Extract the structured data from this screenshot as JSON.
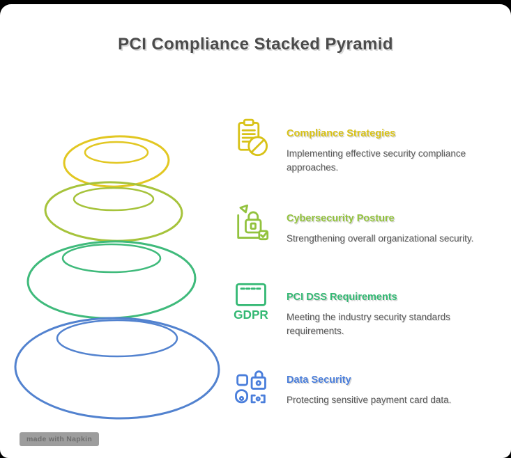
{
  "page_title": "PCI Compliance Stacked Pyramid",
  "stones": {
    "colors": [
      "#E2C722",
      "#A6C33B",
      "#3FBA7B",
      "#5282CF"
    ],
    "names": [
      "compliance-strategies-stone",
      "cybersecurity-posture-stone",
      "pci-dss-requirements-stone",
      "data-security-stone"
    ]
  },
  "items": [
    {
      "title": "Compliance Strategies",
      "color": "#D8C217",
      "icon": "clipboard-blocked-icon",
      "description": "Implementing effective security compliance approaches."
    },
    {
      "title": "Cybersecurity Posture",
      "color": "#92C23D",
      "icon": "lock-check-icon",
      "description": "Strengthening overall organizational security."
    },
    {
      "title": "PCI DSS Requirements",
      "color": "#33B873",
      "icon": "gdpr-window-icon",
      "icon_label": "GDPR",
      "description": "Meeting the industry security standards requirements."
    },
    {
      "title": "Data Security",
      "color": "#4A7EDB",
      "icon": "lock-user-icon",
      "description": "Protecting sensitive payment card data."
    }
  ],
  "watermark": "made with Napkin"
}
